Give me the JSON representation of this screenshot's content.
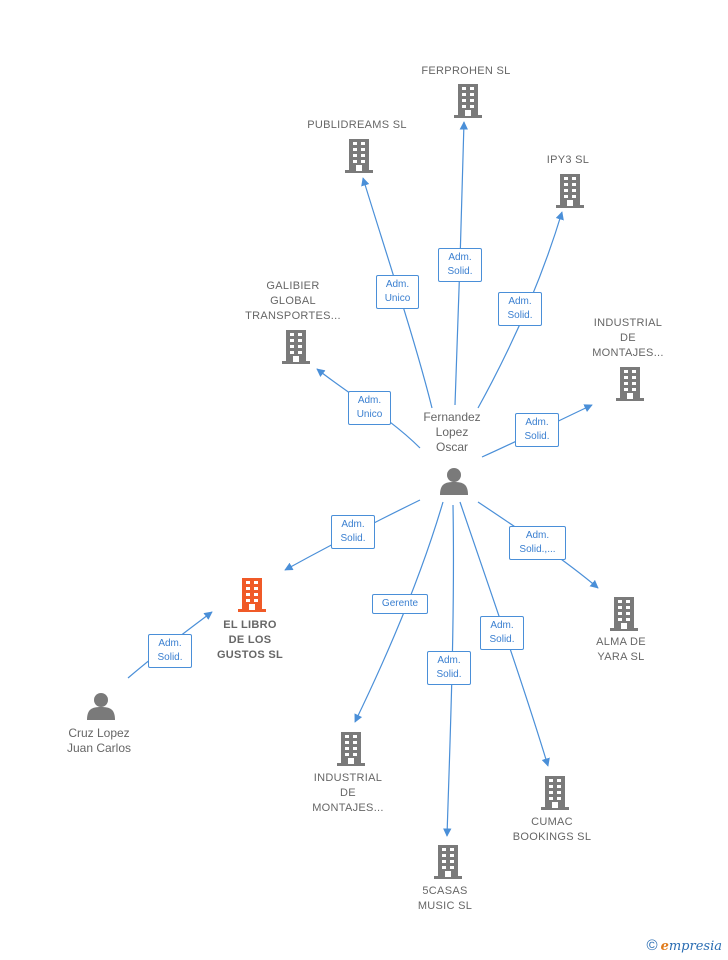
{
  "colors": {
    "edge": "#4a8fd8",
    "company": "#7a7a7a",
    "focus_company": "#f05a28",
    "person": "#7a7a7a"
  },
  "nodes": {
    "ferprohen": {
      "lines": [
        "FERPROHEN SL"
      ],
      "kind": "company"
    },
    "publidreams": {
      "lines": [
        "PUBLIDREAMS SL"
      ],
      "kind": "company"
    },
    "ipy3": {
      "lines": [
        "IPY3  SL"
      ],
      "kind": "company"
    },
    "galibier": {
      "lines": [
        "GALIBIER",
        "GLOBAL",
        "TRANSPORTES..."
      ],
      "kind": "company"
    },
    "industrial_top": {
      "lines": [
        "INDUSTRIAL",
        "DE",
        "MONTAJES..."
      ],
      "kind": "company"
    },
    "fernandez": {
      "lines": [
        "Fernandez",
        "Lopez",
        "Oscar"
      ],
      "kind": "person"
    },
    "el_libro": {
      "lines": [
        "EL LIBRO",
        "DE LOS",
        "GUSTOS  SL"
      ],
      "kind": "focus"
    },
    "alma": {
      "lines": [
        "ALMA DE",
        "YARA  SL"
      ],
      "kind": "company"
    },
    "cruz": {
      "lines": [
        "Cruz Lopez",
        "Juan Carlos"
      ],
      "kind": "person"
    },
    "industrial_bottom": {
      "lines": [
        "INDUSTRIAL",
        "DE",
        "MONTAJES..."
      ],
      "kind": "company"
    },
    "cumac": {
      "lines": [
        "CUMAC",
        "BOOKINGS  SL"
      ],
      "kind": "company"
    },
    "cincocasas": {
      "lines": [
        "5CASAS",
        "MUSIC  SL"
      ],
      "kind": "company"
    }
  },
  "edges": {
    "ferprohen": {
      "lines": [
        "Adm.",
        "Solid."
      ]
    },
    "publidreams": {
      "lines": [
        "Adm.",
        "Unico"
      ]
    },
    "ipy3": {
      "lines": [
        "Adm.",
        "Solid."
      ]
    },
    "galibier": {
      "lines": [
        "Adm.",
        "Unico"
      ]
    },
    "industrial_top": {
      "lines": [
        "Adm.",
        "Solid."
      ]
    },
    "el_libro": {
      "lines": [
        "Adm.",
        "Solid."
      ]
    },
    "alma": {
      "lines": [
        "Adm.",
        "Solid.,..."
      ]
    },
    "cruz": {
      "lines": [
        "Adm.",
        "Solid."
      ]
    },
    "industrial_bottom": {
      "lines": [
        "Gerente"
      ]
    },
    "cumac": {
      "lines": [
        "Adm.",
        "Solid."
      ]
    },
    "cincocasas": {
      "lines": [
        "Adm.",
        "Solid."
      ]
    }
  },
  "brand": {
    "copyright": "©",
    "initial": "e",
    "rest": "mpresia"
  }
}
